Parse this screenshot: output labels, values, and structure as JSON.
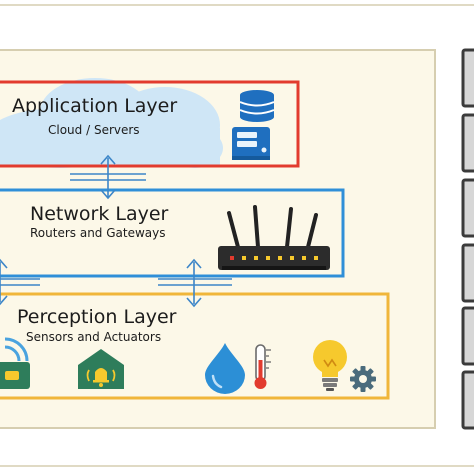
{
  "layers": {
    "application": {
      "title": "Application Layer",
      "subtitle": "Cloud / Servers",
      "border_color": "#e23b2e"
    },
    "network": {
      "title": "Network Layer",
      "subtitle": "Routers and Gateways",
      "border_color": "#2f8fd8"
    },
    "perception": {
      "title": "Perception Layer",
      "subtitle": "Sensors and Actuators",
      "border_color": "#f0b63a"
    }
  },
  "colors": {
    "frame_fill": "#fcf8e8",
    "frame_border": "#d6ceb0",
    "cloud": "#cfe6f6",
    "connector": "#3d86c8",
    "side_panel": "#3b3b3b",
    "sensor_green": "#2e7d5b",
    "water_blue": "#2c8fd6",
    "bulb_yellow": "#f6c92d"
  },
  "icons": [
    "database-icon",
    "server-icon",
    "router-icon",
    "wireless-sensor-icon",
    "alarm-bell-house-icon",
    "water-drop-icon",
    "thermometer-icon",
    "lightbulb-icon",
    "gear-icon"
  ]
}
